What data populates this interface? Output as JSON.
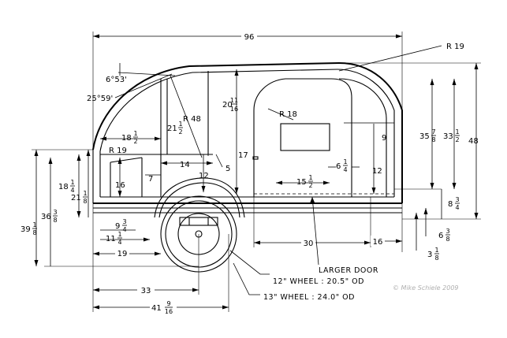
{
  "labels": {
    "overall_length": "96",
    "r19_top": "R 19",
    "angle_top": "6°53'",
    "angle_side": "25°59'",
    "r48": "R 48",
    "r18": "R 18",
    "r19_front": "R 19",
    "d20": {
      "whole": "20",
      "num": "11",
      "den": "16"
    },
    "d21": {
      "whole": "21",
      "num": "1",
      "den": "2"
    },
    "d18": {
      "whole": "18",
      "num": "1",
      "den": "2"
    },
    "d17": "17",
    "d14": "14",
    "d5": "5",
    "d12a": "12",
    "d16": "16",
    "d7": "7",
    "d18q": {
      "whole": "18",
      "num": "1",
      "den": "4"
    },
    "d21e": {
      "whole": "21",
      "num": "1",
      "den": "8"
    },
    "d9_win": "9",
    "d6q": {
      "whole": "6",
      "num": "1",
      "den": "4"
    },
    "d15": {
      "whole": "15",
      "num": "1",
      "den": "2"
    },
    "d12b": "12",
    "d35": {
      "whole": "35",
      "num": "7",
      "den": "8"
    },
    "d33": {
      "whole": "33",
      "num": "1",
      "den": "2"
    },
    "d48": "48",
    "d8": {
      "whole": "8",
      "num": "3",
      "den": "4"
    },
    "d39": {
      "whole": "39",
      "num": "1",
      "den": "8"
    },
    "d36": {
      "whole": "36",
      "num": "3",
      "den": "8"
    },
    "d9": {
      "whole": "9",
      "num": "3",
      "den": "4"
    },
    "d11": {
      "whole": "11",
      "num": "1",
      "den": "4"
    },
    "d19": "19",
    "d30": "30",
    "d16b": "16",
    "d6e": {
      "whole": "6",
      "num": "3",
      "den": "8"
    },
    "d3": {
      "whole": "3",
      "num": "1",
      "den": "8"
    },
    "larger_door": "LARGER DOOR",
    "wheel12": "12\" WHEEL : 20.5\" OD",
    "wheel13": "13\" WHEEL : 24.0\" OD",
    "d33b": "33",
    "d41": {
      "whole": "41",
      "num": "9",
      "den": "16"
    },
    "copyright": "© Mike Schiele 2009"
  }
}
